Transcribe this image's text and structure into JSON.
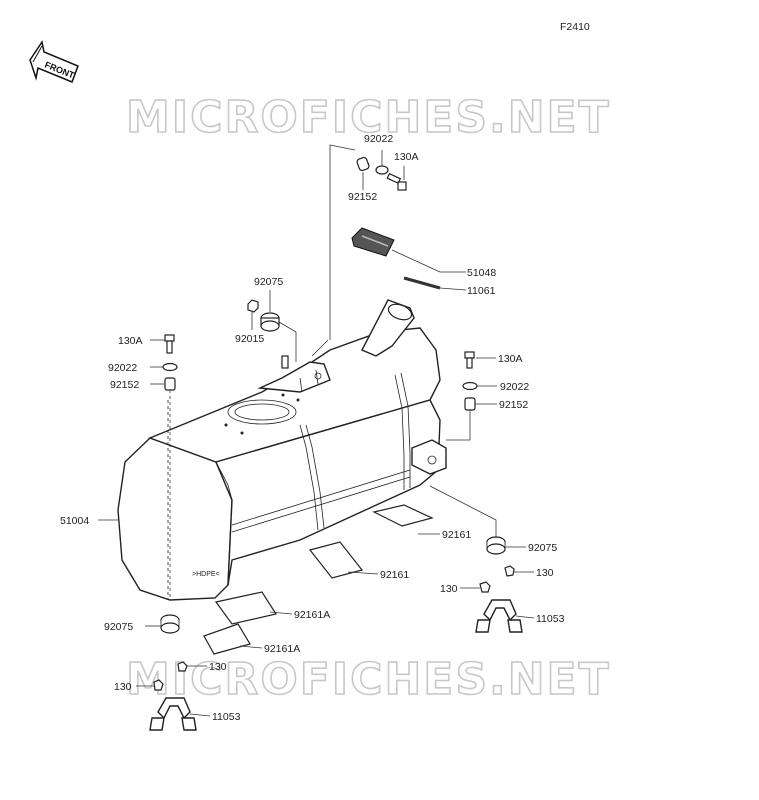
{
  "diagram": {
    "figure_code": "F2410",
    "front_label": "FRONT",
    "watermark_text": "MICROFICHES.NET",
    "callouts": {
      "c92022_top": "92022",
      "c130A_top": "130A",
      "c92152_top": "92152",
      "c51048": "51048",
      "c11061": "11061",
      "c92075_top": "92075",
      "c92015": "92015",
      "c130A_left": "130A",
      "c92022_left": "92022",
      "c92152_left": "92152",
      "c130A_right": "130A",
      "c92022_right": "92022",
      "c92152_right": "92152",
      "c51004": "51004",
      "c92161_a": "92161",
      "c92075_right": "92075",
      "c92161_b": "92161",
      "c130_right1": "130",
      "c130_right2": "130",
      "c11053_right": "11053",
      "c92161A_a": "92161A",
      "c92075_left": "92075",
      "c92161A_b": "92161A",
      "c130_left1": "130",
      "c130_left2": "130",
      "c11053_left": "11053"
    }
  }
}
